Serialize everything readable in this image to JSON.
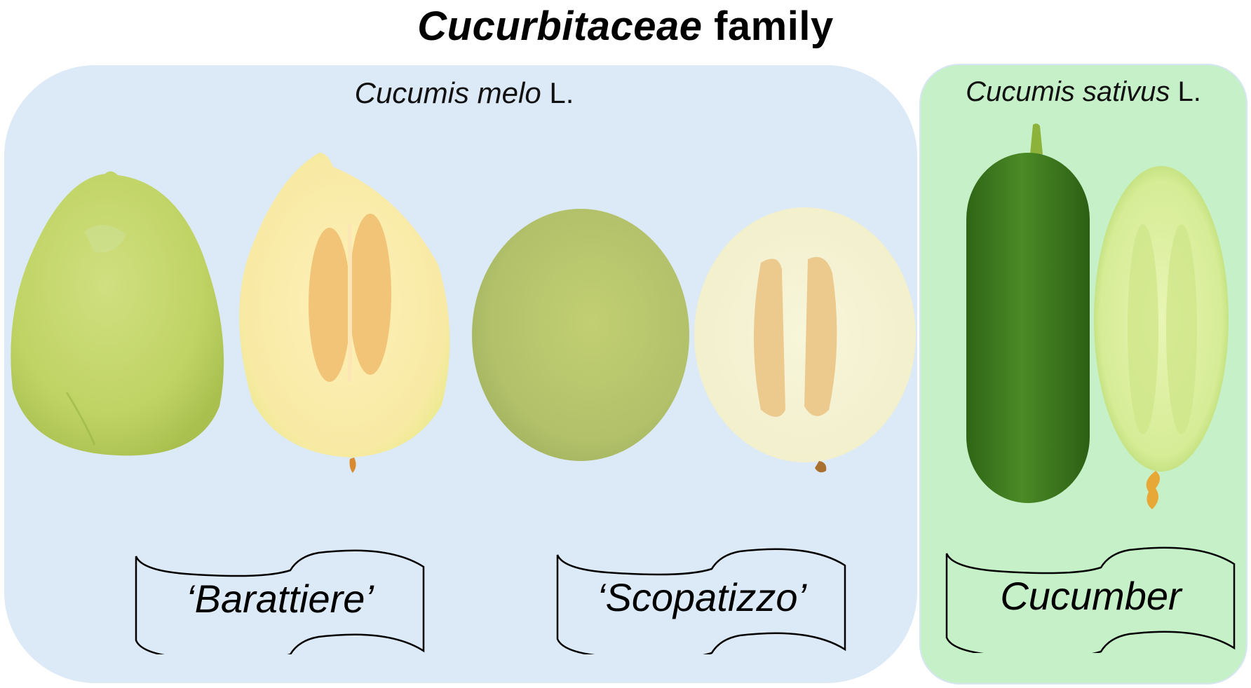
{
  "title": {
    "italic_part": "Cucurbitaceae",
    "normal_part": " family"
  },
  "panels": [
    {
      "id": "melo",
      "background": "#dce9f6",
      "species_italic": "Cucumis melo",
      "species_suffix": " L.",
      "varieties": [
        {
          "label": "‘Barattiere’",
          "whole_color": "#c3d56a",
          "cut_flesh": "#fbeeb0",
          "seed_color": "#f4c47a"
        },
        {
          "label": "‘Scopatizzo’",
          "whole_color": "#b6c56f",
          "cut_flesh": "#f4f2d2",
          "seed_color": "#ecc98d"
        }
      ]
    },
    {
      "id": "sativus",
      "background": "#c6f0c8",
      "species_italic": "Cucumis sativus",
      "species_suffix": " L.",
      "varieties": [
        {
          "label": "Cucumber",
          "whole_color": "#3f7a1c",
          "cut_flesh": "#dcefa2",
          "seed_color": "#c9e27a"
        }
      ]
    }
  ]
}
